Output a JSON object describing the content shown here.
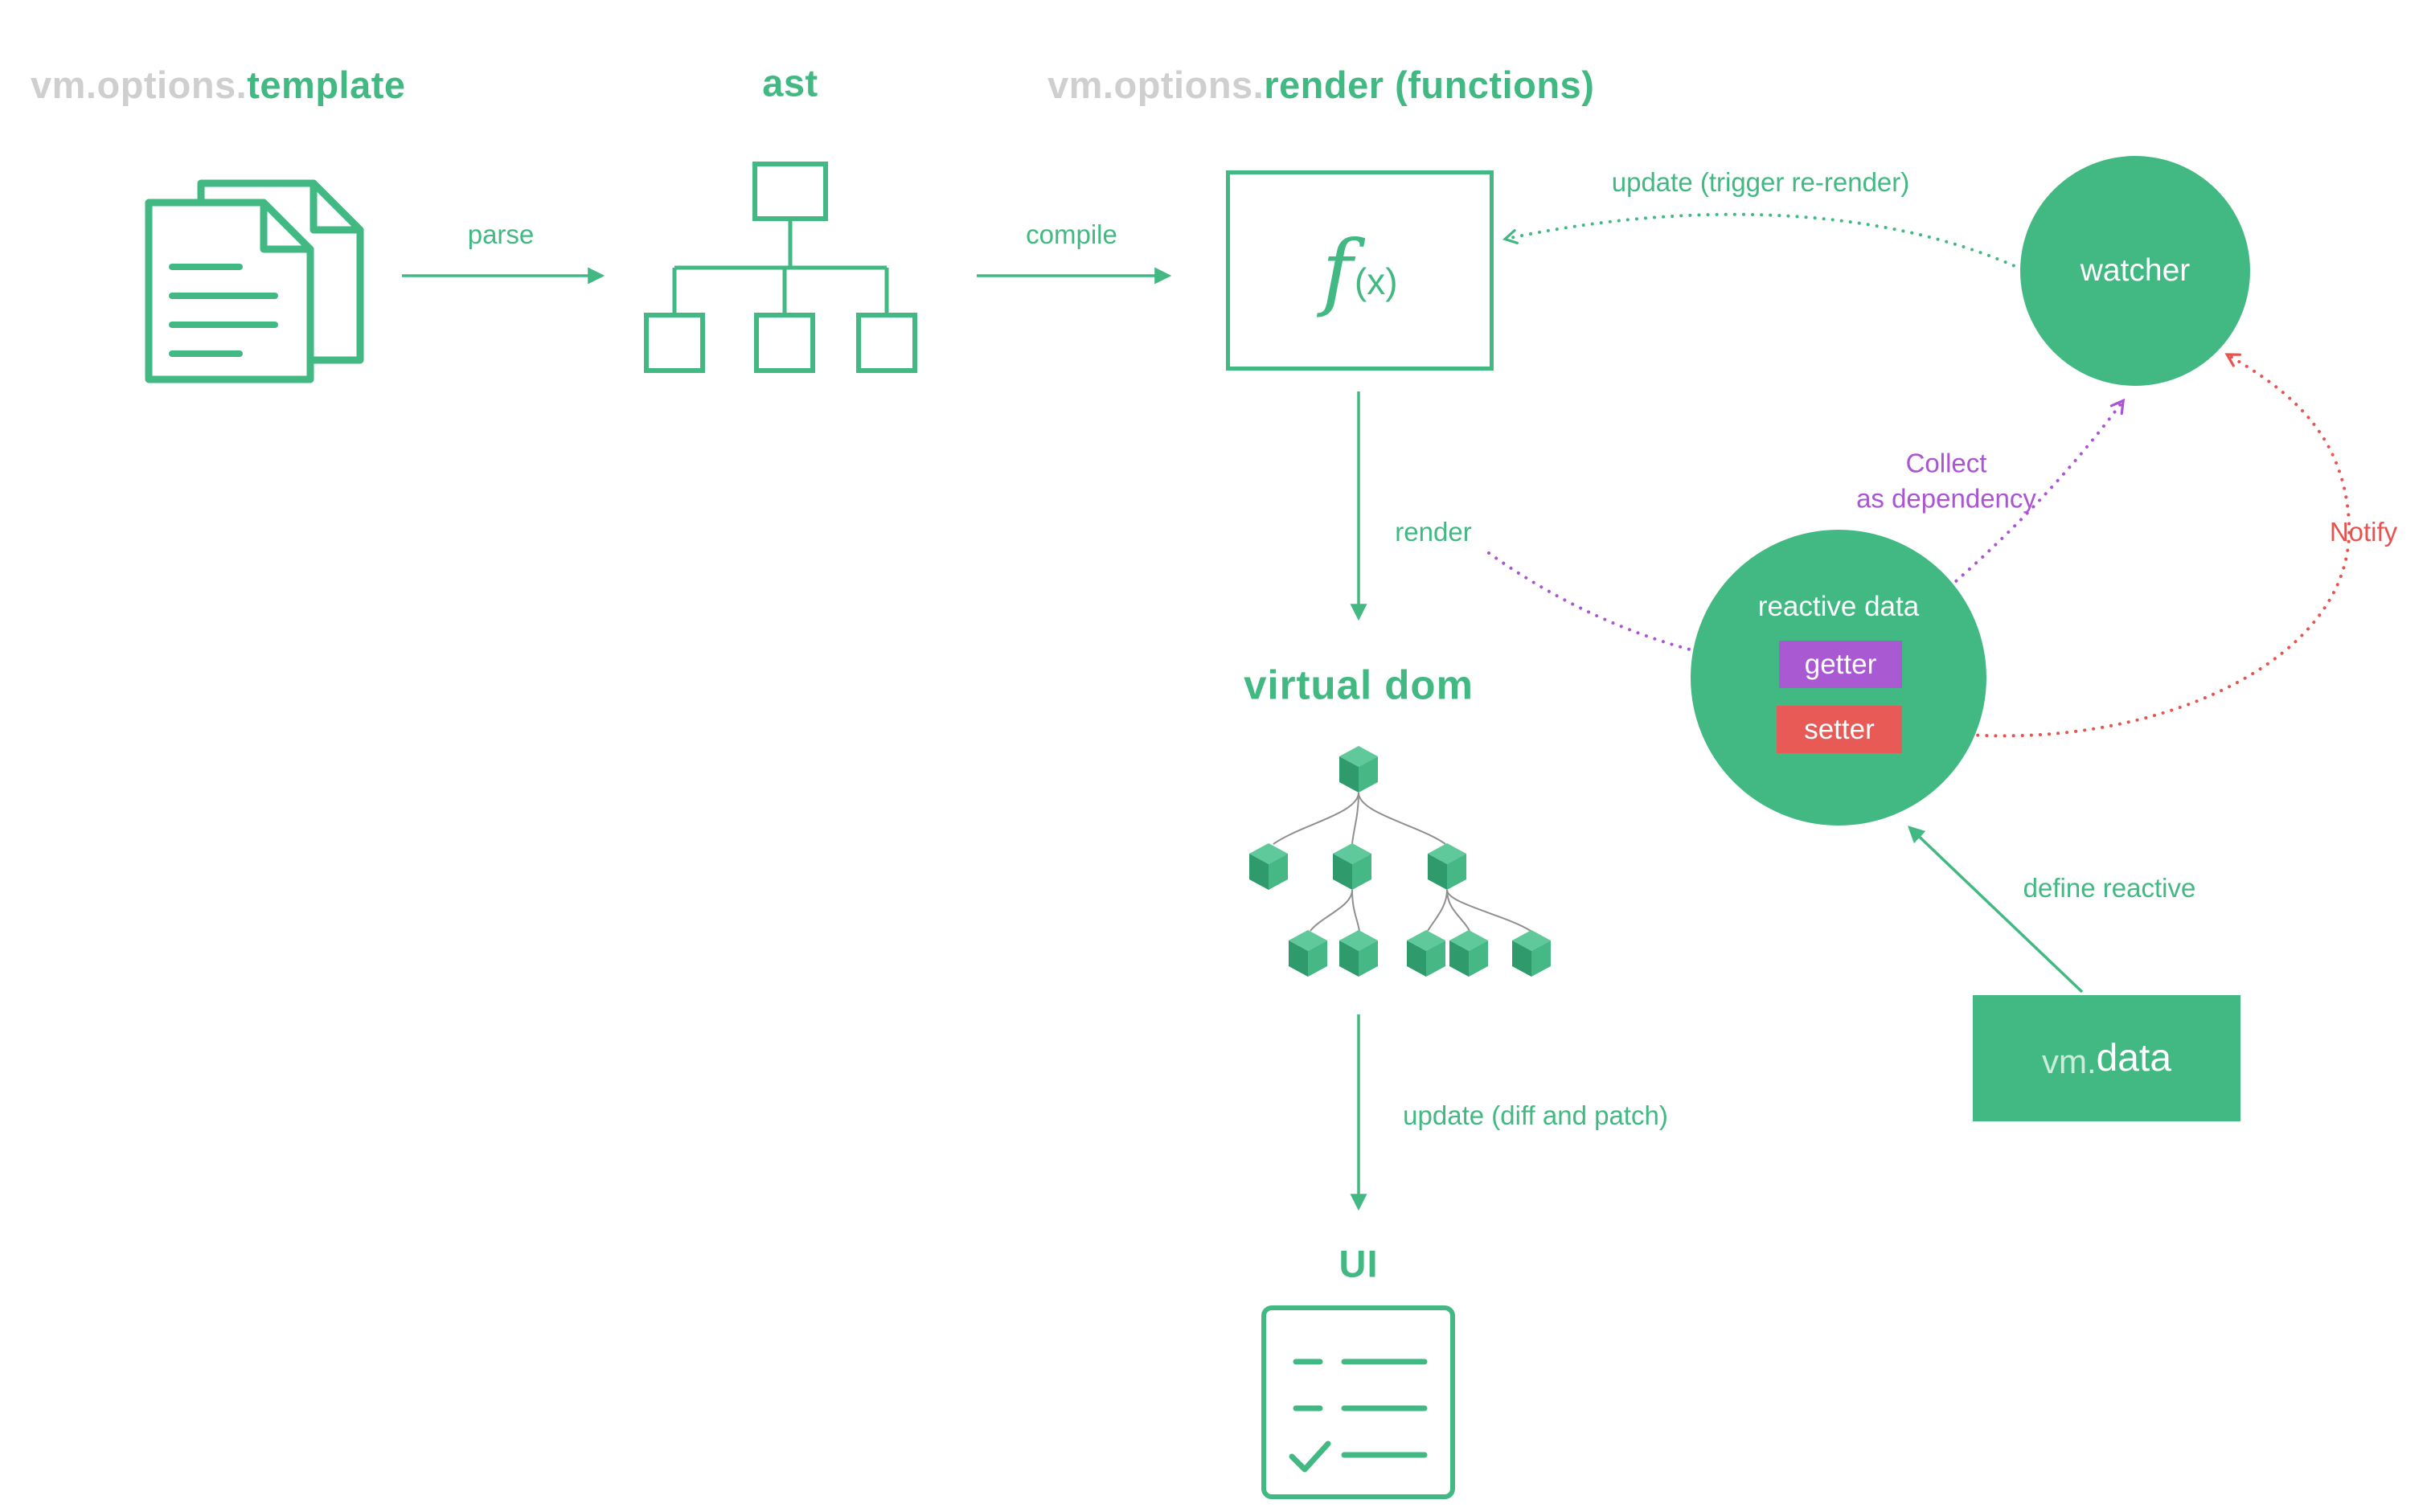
{
  "colors": {
    "green": "#42b983",
    "gray": "#cfcfcf",
    "purple": "#ab54d4",
    "red": "#e8534f"
  },
  "titles": {
    "template_prefix": "vm.options.",
    "template_main": "template",
    "ast": "ast",
    "render_prefix": "vm.options.",
    "render_main": "render (functions)",
    "virtual_dom": "virtual dom",
    "ui": "UI"
  },
  "labels": {
    "parse": "parse",
    "compile": "compile",
    "render": "render",
    "update_rerender": "update (trigger re-render)",
    "collect_line1": "Collect",
    "collect_line2": "as dependency",
    "notify": "Notify",
    "define_reactive": "define reactive",
    "update_diff": "update (diff and patch)"
  },
  "nodes": {
    "fx_f": "f",
    "fx_x": "(x)",
    "watcher": "watcher",
    "reactive_data": "reactive data",
    "getter": "getter",
    "setter": "setter",
    "vmdata_prefix": "vm.",
    "vmdata_main": "data"
  },
  "icons": {
    "document_pages": "document-pages-icon",
    "ast_tree": "ast-tree-icon",
    "virtual_dom_tree": "virtual-dom-cubes-icon",
    "ui_document": "ui-document-icon"
  }
}
